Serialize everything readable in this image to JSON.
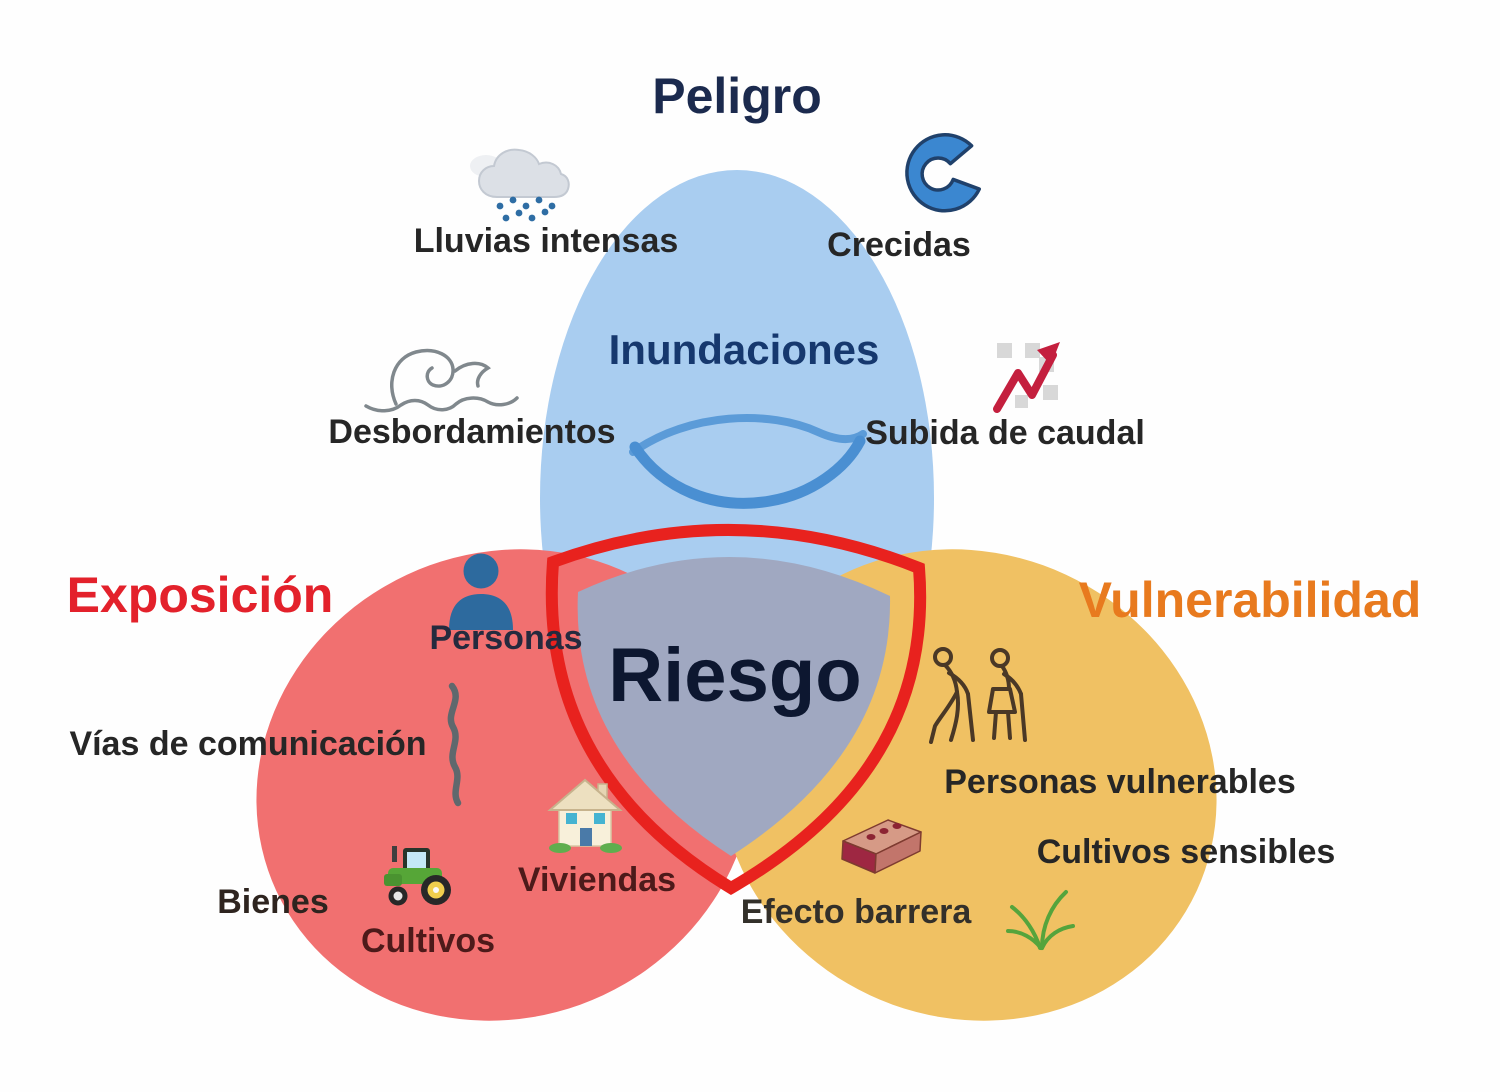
{
  "venn": {
    "center": {
      "label": "Riesgo",
      "fill": "#a0a8c1",
      "outline_color": "#e8221e",
      "label_color": "#0d1730"
    },
    "sets": [
      {
        "name": "peligro",
        "title": "Peligro",
        "title_color": "#1b2a4e",
        "color": "#a9cdf0",
        "inner_label": "Inundaciones",
        "inner_label_color": "#16386e",
        "items": [
          {
            "label": "Lluvias intensas",
            "icon": "rain-cloud"
          },
          {
            "label": "Crecidas",
            "icon": "ocean-wave"
          },
          {
            "label": "Desbordamientos",
            "icon": "breaking-wave-line"
          },
          {
            "label": "Subida de caudal",
            "icon": "rising-chart"
          }
        ]
      },
      {
        "name": "exposicion",
        "title": "Exposición",
        "title_color": "#e3212b",
        "color": "#f17070",
        "items": [
          {
            "label": "Personas",
            "icon": "person-bust"
          },
          {
            "label": "Vías de comunicación",
            "icon": "winding-road"
          },
          {
            "label": "Viviendas",
            "icon": "house"
          },
          {
            "label": "Cultivos",
            "icon": "tractor"
          },
          {
            "label": "Bienes",
            "icon": "none"
          }
        ]
      },
      {
        "name": "vulnerabilidad",
        "title": "Vulnerabilidad",
        "title_color": "#e87a1e",
        "color": "#f0c163",
        "items": [
          {
            "label": "Personas vulnerables",
            "icon": "elderly-couple"
          },
          {
            "label": "Cultivos sensibles",
            "icon": "grass-sprout"
          },
          {
            "label": "Efecto barrera",
            "icon": "brick"
          }
        ]
      }
    ]
  }
}
